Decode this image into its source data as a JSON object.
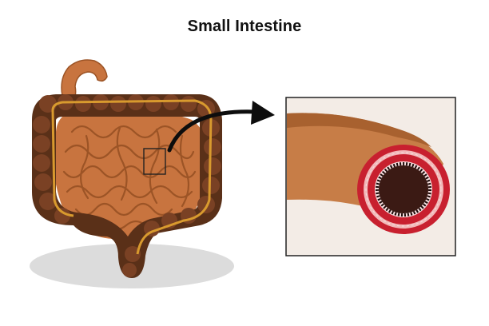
{
  "title": "Small Intestine",
  "colors": {
    "background": "#ffffff",
    "title_text": "#111111",
    "shadow": "#dcdcdc",
    "small_intestine": "#c8743f",
    "small_intestine_dark": "#9c5426",
    "large_intestine": "#5a3018",
    "large_intestine_light": "#7a4124",
    "taenia_band": "#d89a2e",
    "zoom_box_border": "#222222",
    "arrow": "#0d0d0d",
    "inset_background": "#f3ece6",
    "tube": "#c77d47",
    "tube_dark": "#a8612f",
    "wall_outer": "#c8202f",
    "wall_mid": "#f2b9b9",
    "lumen": "#3b1a14"
  },
  "icons": {
    "intestine": "intestine-illustration",
    "zoom_box": "zoom-box",
    "arrow": "curved-arrow-icon",
    "inset": "cross-section-inset"
  }
}
